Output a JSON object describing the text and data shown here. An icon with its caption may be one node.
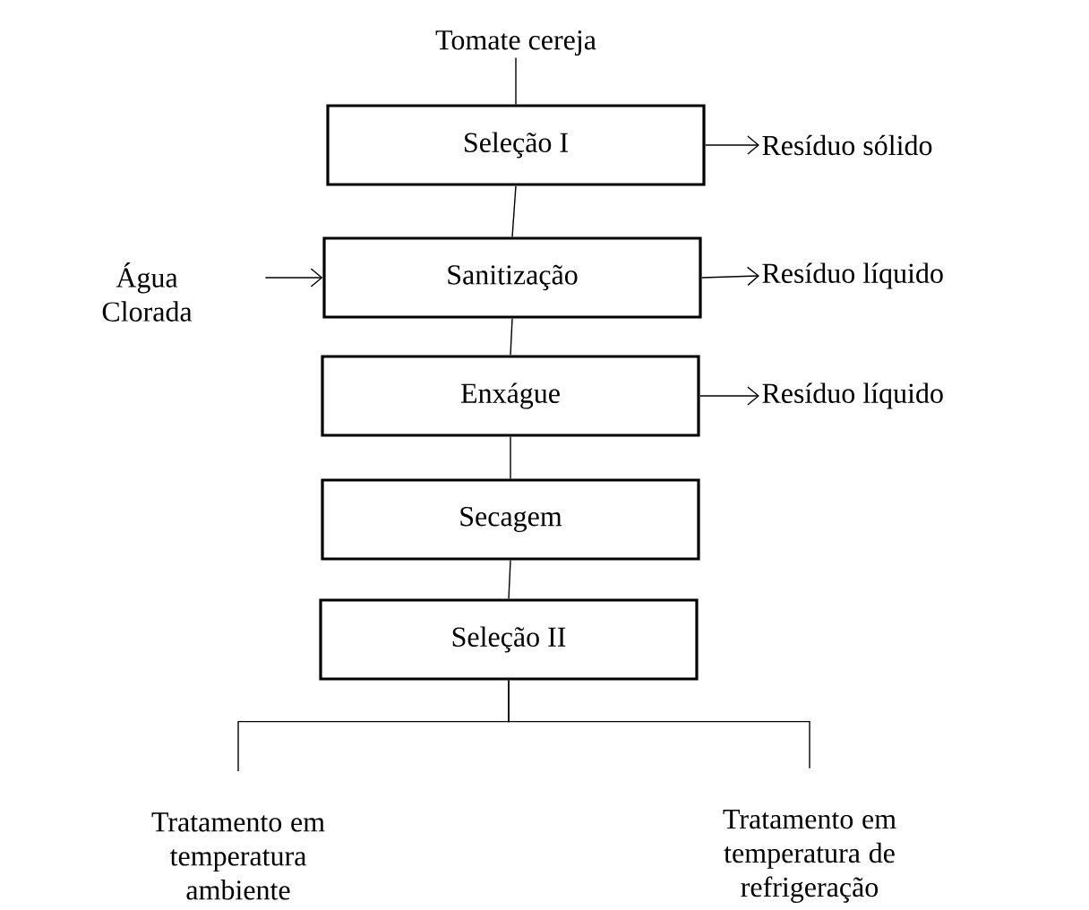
{
  "diagram": {
    "nodes": [
      {
        "text": [
          "Tomate cereja"
        ]
      },
      {
        "text": [
          "Seleção I"
        ]
      },
      {
        "text": [
          "Resíduo sólido"
        ]
      },
      {
        "text": [
          "Água Clorada"
        ]
      },
      {
        "text": [
          "Sanitização"
        ]
      },
      {
        "text": [
          "Resíduo líquido"
        ]
      },
      {
        "text": [
          "Enxágue"
        ]
      },
      {
        "text": [
          "Resíduo líquido"
        ]
      },
      {
        "text": [
          "Secagem"
        ]
      },
      {
        "text": [
          "Seleção II"
        ]
      },
      {
        "text": [
          "Tratamento em temperatura ambiente"
        ]
      },
      {
        "text": [
          "Tratamento em temperatura de refrigeração"
        ]
      }
    ],
    "edges": [
      {
        "from": 0,
        "to": 1,
        "arrow": "none"
      },
      {
        "from": 1,
        "to": 2,
        "arrow": "to"
      },
      {
        "from": 1,
        "to": 4,
        "arrow": "none"
      },
      {
        "from": 3,
        "to": 4,
        "arrow": "to"
      },
      {
        "from": 4,
        "to": 5,
        "arrow": "to"
      },
      {
        "from": 4,
        "to": 6,
        "arrow": "none"
      },
      {
        "from": 6,
        "to": 7,
        "arrow": "to"
      },
      {
        "from": 6,
        "to": 8,
        "arrow": "none"
      },
      {
        "from": 8,
        "to": 9,
        "arrow": "none"
      },
      {
        "from": 9,
        "to": 10,
        "arrow": "none"
      },
      {
        "from": 9,
        "to": 11,
        "arrow": "none"
      }
    ]
  }
}
